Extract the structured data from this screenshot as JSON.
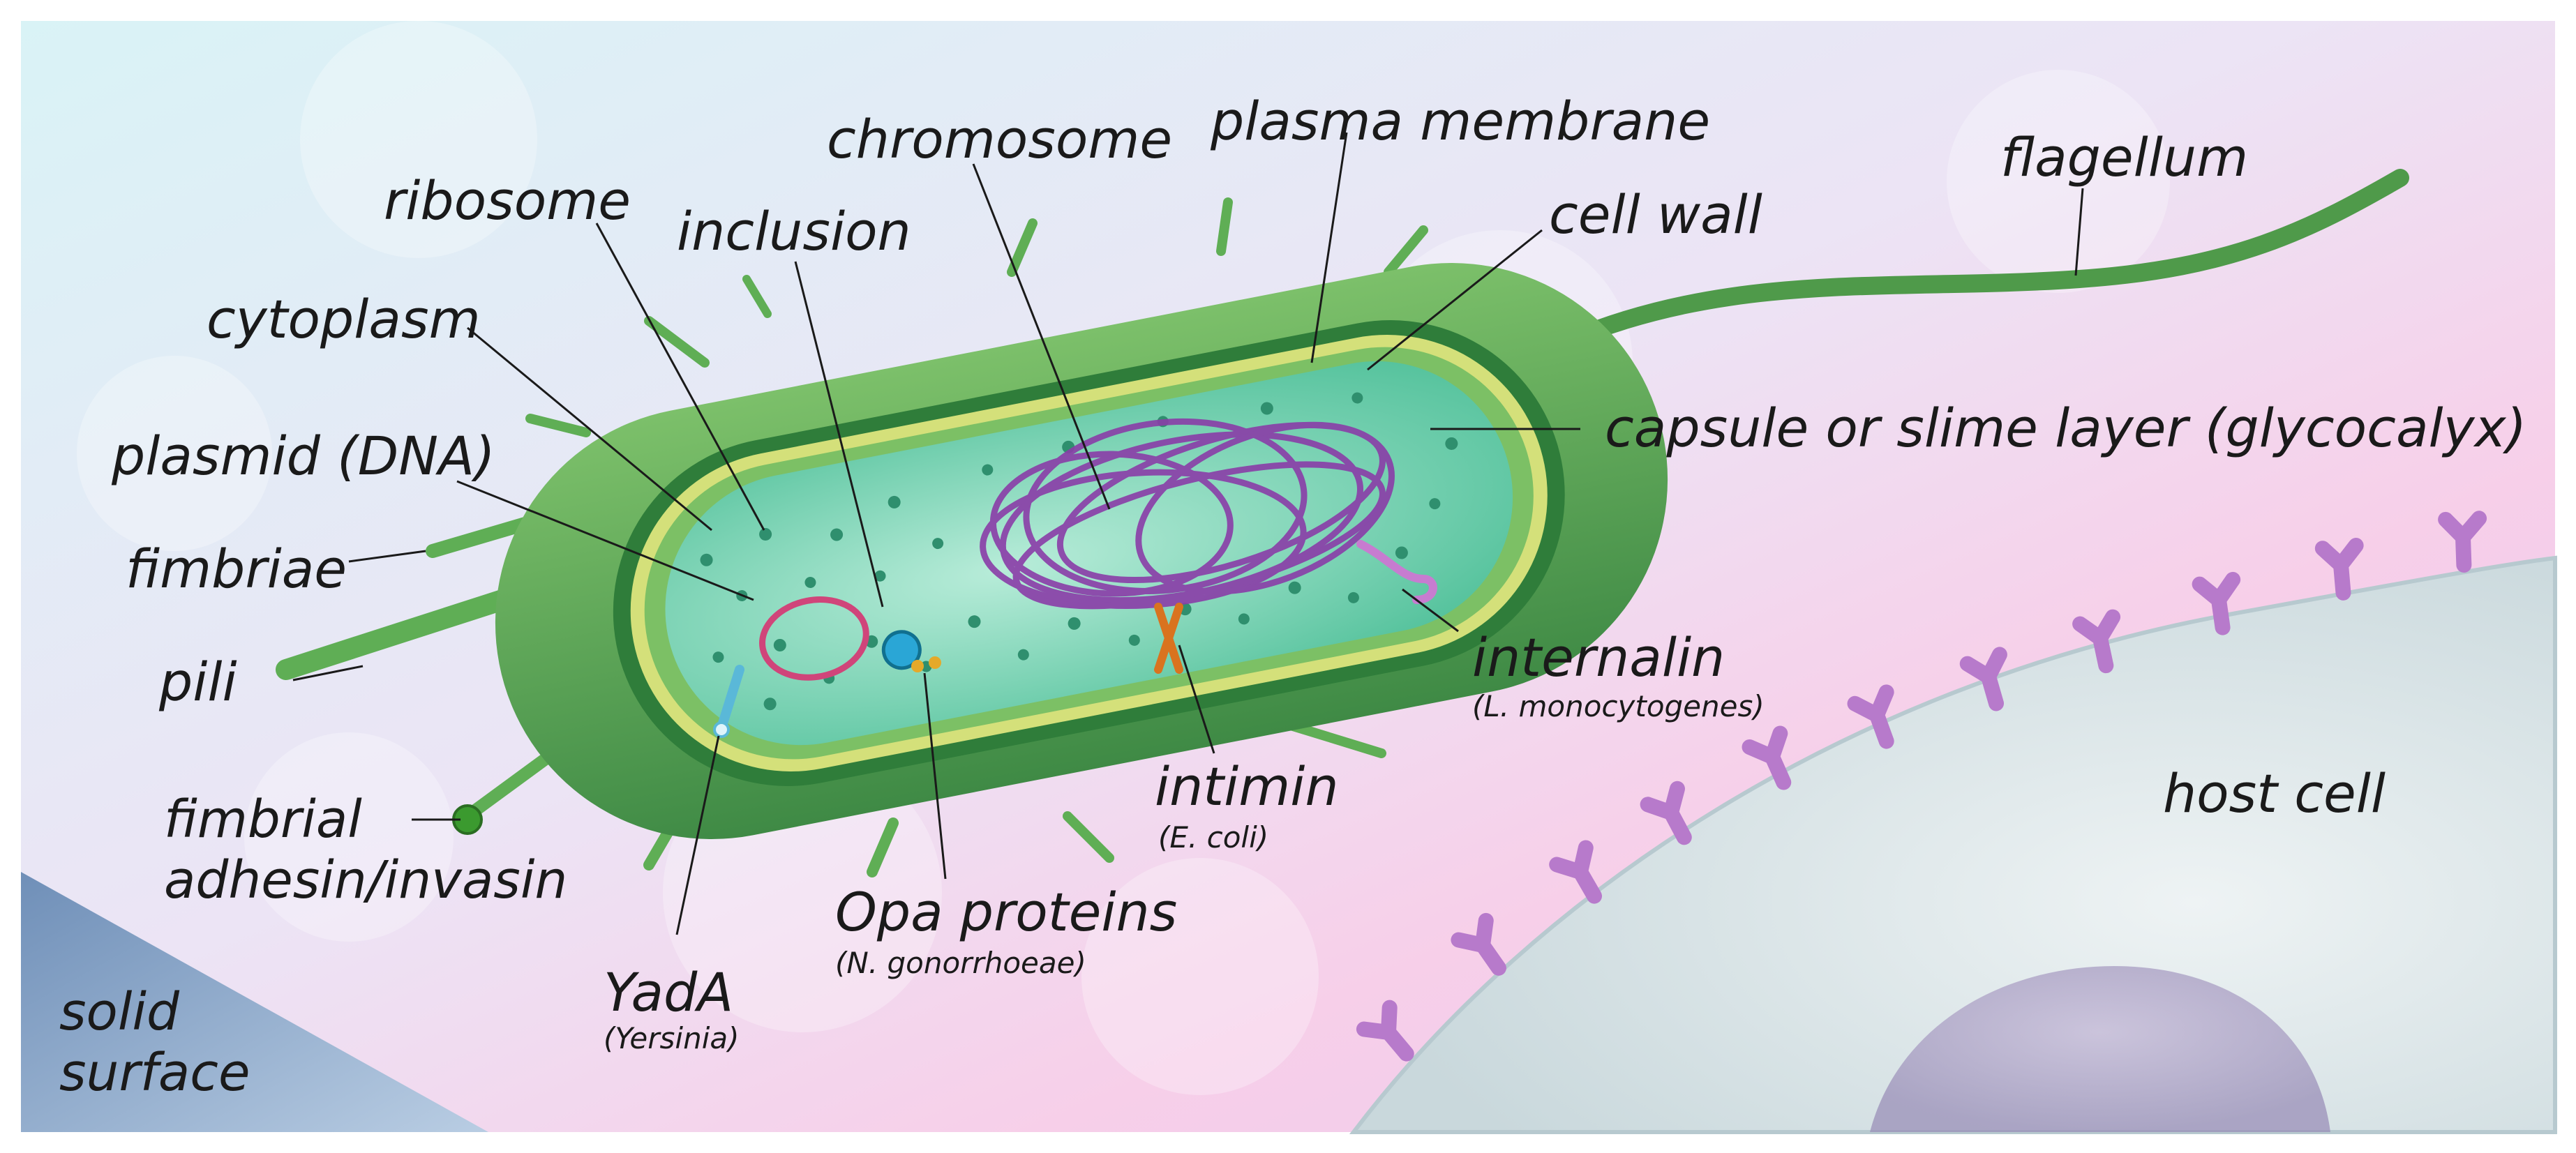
{
  "labels": {
    "flagellum": "flagellum",
    "chromosome": "chromosome",
    "plasma_membrane": "plasma membrane",
    "cell_wall": "cell wall",
    "capsule": "capsule or slime layer (glycocalyx)",
    "ribosome": "ribosome",
    "inclusion": "inclusion",
    "cytoplasm": "cytoplasm",
    "plasmid": "plasmid (DNA)",
    "fimbriae": "fimbriae",
    "pili": "pili",
    "fimbrial_line1": "fimbrial",
    "fimbrial_line2": "adhesin/invasin",
    "yada": "YadA",
    "yada_species": "(Yersinia)",
    "opa": "Opa proteins",
    "opa_species": "(N. gonorrhoeae)",
    "intimin": "intimin",
    "intimin_species": "(E. coli)",
    "internalin": "internalin",
    "internalin_species": "(L. monocytogenes)",
    "host_cell": "host cell",
    "solid_line1": "solid",
    "solid_line2": "surface"
  },
  "colors": {
    "cell_green": "#4f9a4a",
    "cell_wall": "#2f7d3a",
    "membrane": "#d4e07a",
    "cytoplasm": "#7fd9b8",
    "chromosome": "#8a3da8",
    "receptor": "#b77acb",
    "host_cell": "#d9e4e6"
  }
}
